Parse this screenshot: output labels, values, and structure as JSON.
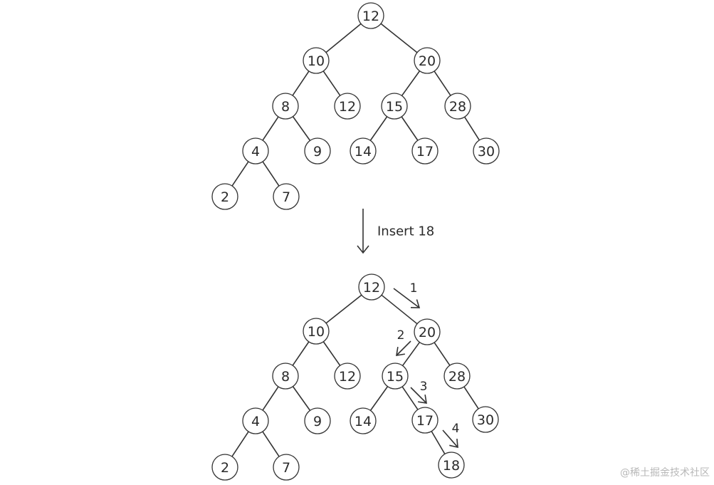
{
  "before_tree": {
    "nodes": [
      {
        "id": "a",
        "label": "12"
      },
      {
        "id": "b",
        "label": "10"
      },
      {
        "id": "c",
        "label": "20"
      },
      {
        "id": "d",
        "label": "8"
      },
      {
        "id": "e",
        "label": "12"
      },
      {
        "id": "f",
        "label": "15"
      },
      {
        "id": "g",
        "label": "28"
      },
      {
        "id": "h",
        "label": "4"
      },
      {
        "id": "i",
        "label": "9"
      },
      {
        "id": "j",
        "label": "14"
      },
      {
        "id": "k",
        "label": "17"
      },
      {
        "id": "l",
        "label": "30"
      },
      {
        "id": "m",
        "label": "2"
      },
      {
        "id": "n",
        "label": "7"
      }
    ],
    "edges": [
      [
        "a",
        "b"
      ],
      [
        "a",
        "c"
      ],
      [
        "b",
        "d"
      ],
      [
        "b",
        "e"
      ],
      [
        "c",
        "f"
      ],
      [
        "c",
        "g"
      ],
      [
        "d",
        "h"
      ],
      [
        "d",
        "i"
      ],
      [
        "f",
        "j"
      ],
      [
        "f",
        "k"
      ],
      [
        "g",
        "l"
      ],
      [
        "h",
        "m"
      ],
      [
        "h",
        "n"
      ]
    ]
  },
  "operation": {
    "label": "Insert 18"
  },
  "after_tree": {
    "nodes": [
      {
        "id": "a",
        "label": "12"
      },
      {
        "id": "b",
        "label": "10"
      },
      {
        "id": "c",
        "label": "20"
      },
      {
        "id": "d",
        "label": "8"
      },
      {
        "id": "e",
        "label": "12"
      },
      {
        "id": "f",
        "label": "15"
      },
      {
        "id": "g",
        "label": "28"
      },
      {
        "id": "h",
        "label": "4"
      },
      {
        "id": "i",
        "label": "9"
      },
      {
        "id": "j",
        "label": "14"
      },
      {
        "id": "k",
        "label": "17"
      },
      {
        "id": "l",
        "label": "30"
      },
      {
        "id": "m",
        "label": "2"
      },
      {
        "id": "n",
        "label": "7"
      },
      {
        "id": "o",
        "label": "18"
      }
    ],
    "edges": [
      [
        "a",
        "b"
      ],
      [
        "a",
        "c"
      ],
      [
        "b",
        "d"
      ],
      [
        "b",
        "e"
      ],
      [
        "c",
        "f"
      ],
      [
        "c",
        "g"
      ],
      [
        "d",
        "h"
      ],
      [
        "d",
        "i"
      ],
      [
        "f",
        "j"
      ],
      [
        "f",
        "k"
      ],
      [
        "g",
        "l"
      ],
      [
        "h",
        "m"
      ],
      [
        "h",
        "n"
      ],
      [
        "k",
        "o"
      ]
    ]
  },
  "steps": [
    {
      "label": "1"
    },
    {
      "label": "2"
    },
    {
      "label": "3"
    },
    {
      "label": "4"
    }
  ],
  "watermark": "@稀土掘金技术社区"
}
